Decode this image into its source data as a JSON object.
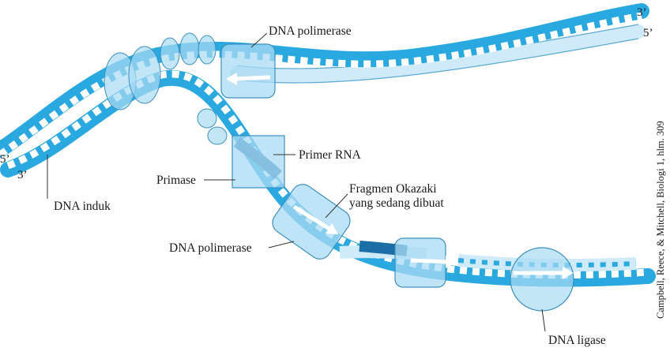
{
  "labels": {
    "end_top_3": "3’",
    "end_top_5": "5’",
    "end_left_5": "5’",
    "end_left_3": "3’",
    "dna_polimerase_top": "DNA polimerase",
    "primer_rna": "Primer RNA",
    "primase": "Primase",
    "okazaki_line1": "Fragmen Okazaki",
    "okazaki_line2": "yang sedang dibuat",
    "dna_polimerase_bottom": "DNA polimerase",
    "dna_induk": "DNA induk",
    "dna_ligase": "DNA ligase"
  },
  "credit": "Campbell, Reece, & Mitchell, Biologi 1, hlm. 309",
  "colors": {
    "template_strand": "#29a9e0",
    "template_dark": "#0e6e9a",
    "new_strand": "#cfeaf8",
    "primer": "#1b6fa6",
    "enzyme": "#a9dbf4",
    "enzyme_edge": "#3d8fc0"
  }
}
